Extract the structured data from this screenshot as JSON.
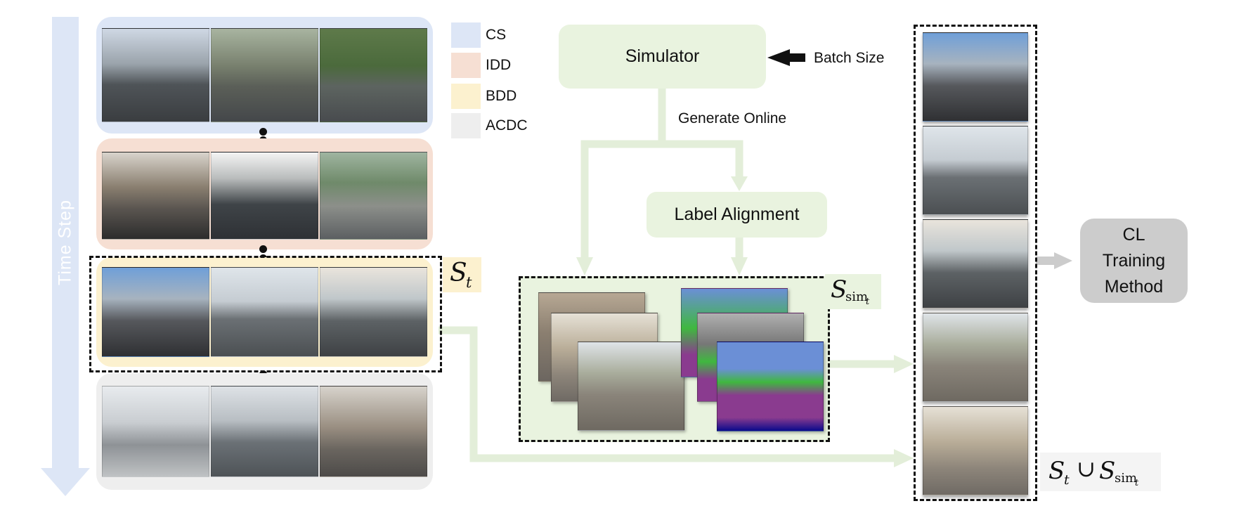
{
  "time_axis": {
    "label": "Time Step"
  },
  "legend": [
    {
      "label": "CS",
      "color": "#dde6f6"
    },
    {
      "label": "IDD",
      "color": "#f6dfd3"
    },
    {
      "label": "BDD",
      "color": "#fcf1cf"
    },
    {
      "label": "ACDC",
      "color": "#eeeeee"
    }
  ],
  "current_set_label": {
    "base": "S",
    "sub": "t"
  },
  "sim_set_label": {
    "base": "S",
    "sub": "sim",
    "subsub": "t"
  },
  "union_label": {
    "a": "S",
    "a_sub": "t",
    "op": "∪",
    "b": "S",
    "b_sub": "sim",
    "b_subsub": "t"
  },
  "flow": {
    "simulator": "Simulator",
    "batch_size": "Batch Size",
    "generate_online": "Generate Online",
    "label_alignment": "Label Alignment",
    "cl_method": [
      "CL",
      "Training",
      "Method"
    ]
  },
  "colors": {
    "flow_arrow": "#e3eed9",
    "cl_arrow": "#cccccc",
    "seg_road": "#8a3b8f",
    "seg_sky": "#6b8fd6",
    "seg_vegetation": "#3fb83f",
    "seg_car": "#0a0a8c",
    "seg_building": "#777777"
  }
}
